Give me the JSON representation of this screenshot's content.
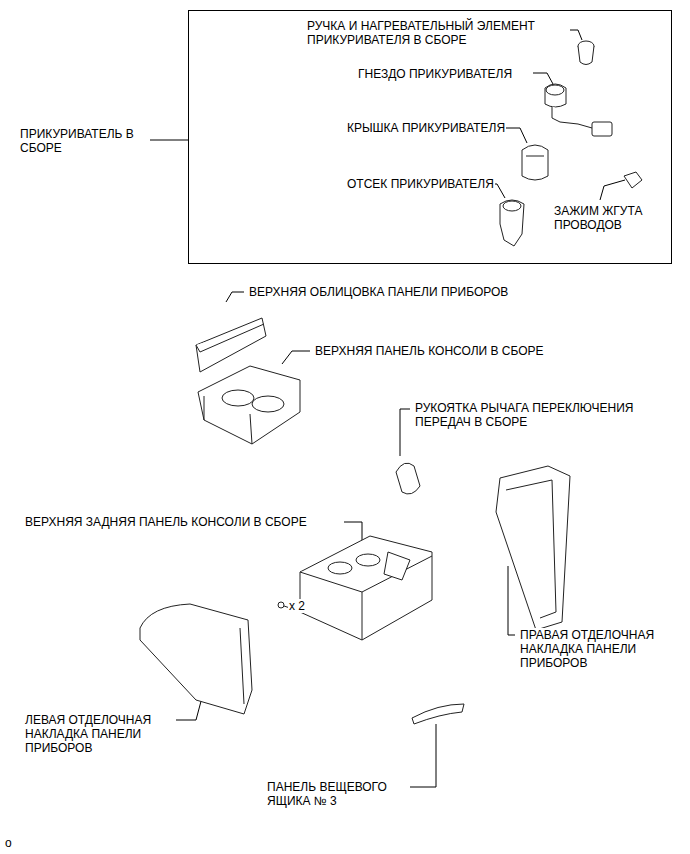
{
  "diagram": {
    "nodes": [
      {
        "text": [
          "ПРИКУРИВАТЕЛЬ В СБОРЕ",
          "РУЧКА И НАГРЕВАТЕЛЬНЫЙ ЭЛЕМЕНТ ПРИКУРИВАТЕЛЯ В СБОРЕ",
          "ГНЕЗДО ПРИКУРИВАТЕЛЯ",
          "КРЫШКА ПРИКУРИВАТЕЛЯ",
          "ОТСЕК ПРИКУРИВАТЕЛЯ",
          "ЗАЖИМ ЖГУТА ПРОВОДОВ"
        ]
      }
    ],
    "edges": [],
    "labels": [
      "ВЕРХНЯЯ ОБЛИЦОВКА ПАНЕЛИ ПРИБОРОВ",
      "ВЕРХНЯЯ ПАНЕЛЬ КОНСОЛИ В СБОРЕ",
      "РУКОЯТКА РЫЧАГА ПЕРЕКЛЮЧЕНИЯ ПЕРЕДАЧ В СБОРЕ",
      "ВЕРХНЯЯ ЗАДНЯЯ ПАНЕЛЬ КОНСОЛИ В СБОРЕ",
      "x 2",
      "ПРАВАЯ ОТДЕЛОЧНАЯ НАКЛАДКА ПАНЕЛИ ПРИБОРОВ",
      "ЛЕВАЯ ОТДЕЛОЧНАЯ НАКЛАДКА ПАНЕЛИ ПРИБОРОВ",
      "ПАНЕЛЬ ВЕЩЕВОГО ЯЩИКА № 3",
      "o"
    ]
  }
}
